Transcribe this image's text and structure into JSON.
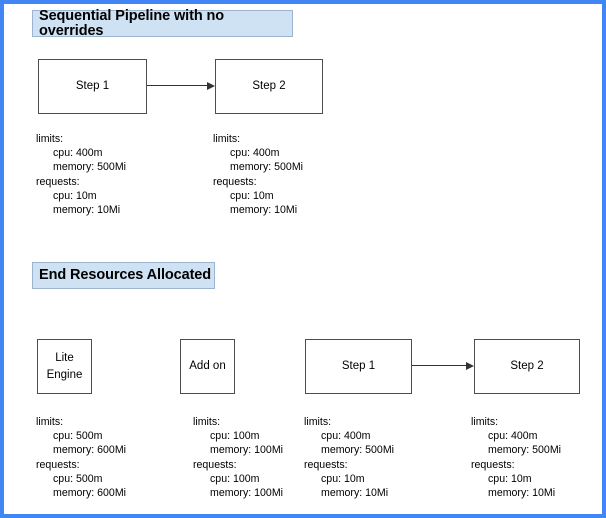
{
  "frame": {
    "accent_color": "#4285f4",
    "header_fill": "#cfe2f3",
    "header_border": "#9cb4cf",
    "node_border": "#4d4d4d",
    "arrow_color": "#333333"
  },
  "sections": [
    {
      "id": "sequential",
      "title": "Sequential Pipeline with no overrides",
      "nodes": [
        {
          "id": "seq-step-1",
          "label": "Step 1"
        },
        {
          "id": "seq-step-2",
          "label": "Step 2"
        }
      ],
      "arrows": [
        {
          "from": "seq-step-1",
          "to": "seq-step-2"
        }
      ],
      "specs": [
        {
          "for": "seq-step-1",
          "limits_label": "limits:",
          "limits_cpu": "cpu: 400m",
          "limits_memory": "memory: 500Mi",
          "requests_label": "requests:",
          "requests_cpu": "cpu: 10m",
          "requests_memory": "memory: 10Mi"
        },
        {
          "for": "seq-step-2",
          "limits_label": "limits:",
          "limits_cpu": "cpu: 400m",
          "limits_memory": "memory: 500Mi",
          "requests_label": "requests:",
          "requests_cpu": "cpu: 10m",
          "requests_memory": "memory: 10Mi"
        }
      ]
    },
    {
      "id": "end-resources",
      "title": "End Resources Allocated",
      "nodes": [
        {
          "id": "lite-engine",
          "label_line1": "Lite",
          "label_line2": "Engine"
        },
        {
          "id": "add-on",
          "label": "Add on"
        },
        {
          "id": "end-step-1",
          "label": "Step 1"
        },
        {
          "id": "end-step-2",
          "label": "Step 2"
        }
      ],
      "arrows": [
        {
          "from": "end-step-1",
          "to": "end-step-2"
        }
      ],
      "specs": [
        {
          "for": "lite-engine",
          "limits_label": "limits:",
          "limits_cpu": "cpu: 500m",
          "limits_memory": "memory: 600Mi",
          "requests_label": "requests:",
          "requests_cpu": "cpu: 500m",
          "requests_memory": "memory: 600Mi"
        },
        {
          "for": "add-on",
          "limits_label": "limits:",
          "limits_cpu": "cpu: 100m",
          "limits_memory": "memory: 100Mi",
          "requests_label": "requests:",
          "requests_cpu": "cpu: 100m",
          "requests_memory": "memory: 100Mi"
        },
        {
          "for": "end-step-1",
          "limits_label": "limits:",
          "limits_cpu": "cpu: 400m",
          "limits_memory": "memory: 500Mi",
          "requests_label": "requests:",
          "requests_cpu": "cpu: 10m",
          "requests_memory": "memory: 10Mi"
        },
        {
          "for": "end-step-2",
          "limits_label": "limits:",
          "limits_cpu": "cpu: 400m",
          "limits_memory": "memory: 500Mi",
          "requests_label": "requests:",
          "requests_cpu": "cpu: 10m",
          "requests_memory": "memory: 10Mi"
        }
      ]
    }
  ]
}
